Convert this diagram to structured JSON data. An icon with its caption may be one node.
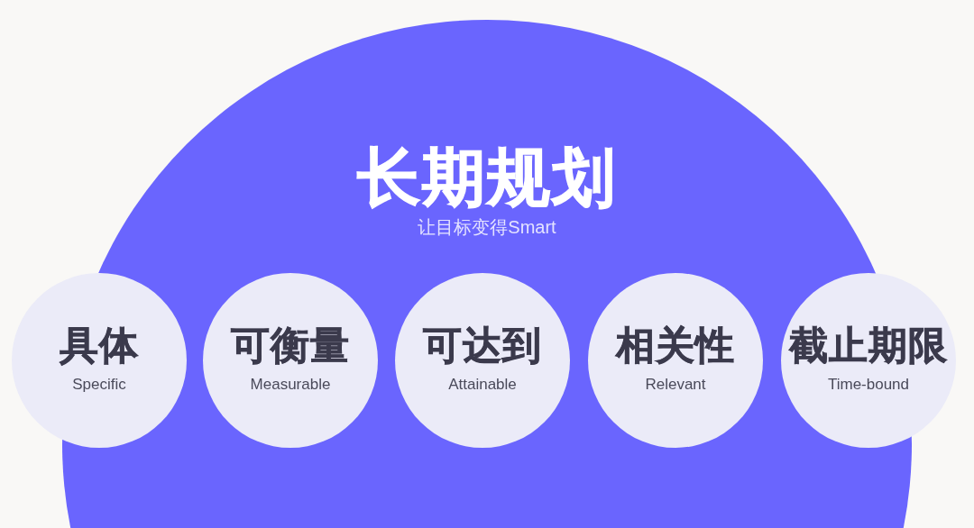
{
  "diagram": {
    "nodes": [
      {
        "text": [
          "长期规划",
          "让目标变得Smart"
        ]
      },
      {
        "text": [
          "具体",
          "Specific"
        ]
      },
      {
        "text": [
          "可衡量",
          "Measurable"
        ],
        "in": 0
      },
      {
        "text": [
          "可达到",
          "Attainable"
        ],
        "in": 0
      },
      {
        "text": [
          "相关性",
          "Relevant"
        ],
        "in": 0
      },
      {
        "text": [
          "截止期限",
          "Time-bound"
        ]
      }
    ]
  }
}
